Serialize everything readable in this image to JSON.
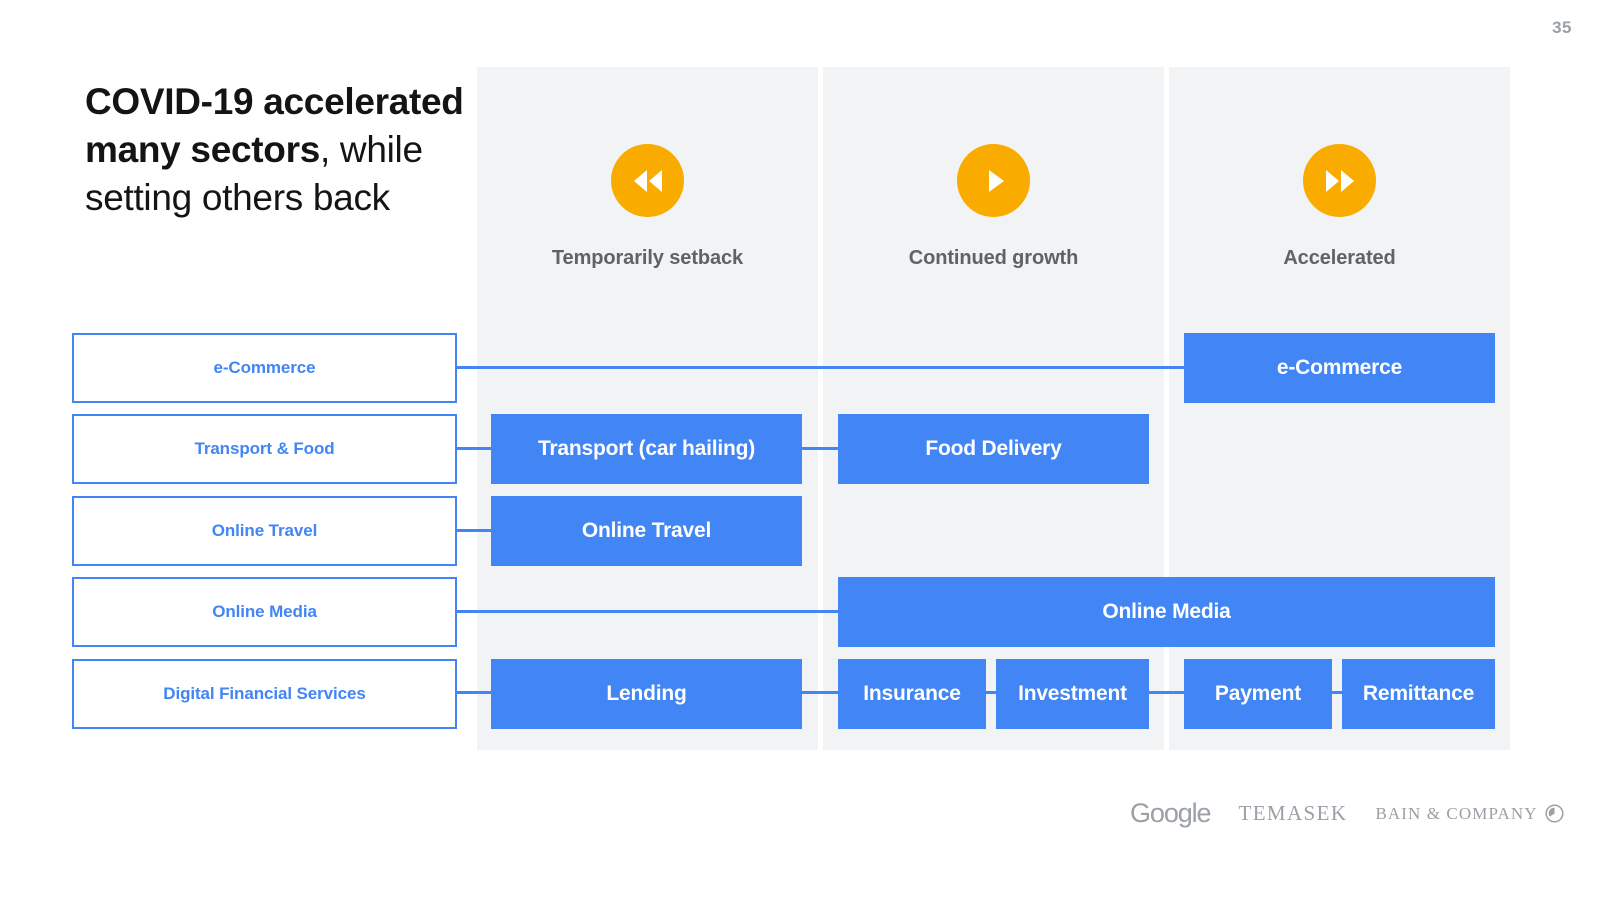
{
  "slide": {
    "page_number": "35",
    "title": {
      "bold_part": "COVID-19 accelerated many sectors",
      "light_part": ", while setting others back"
    },
    "colors": {
      "blue": "#4285f4",
      "orange": "#f9ab00",
      "panel_gray": "#f1f3f4",
      "label_gray": "#5f6368",
      "page_number_gray": "#9aa0a6"
    }
  },
  "columns": [
    {
      "id": "temporarily-setback",
      "label": "Temporarily setback",
      "icon": "rewind-icon"
    },
    {
      "id": "continued-growth",
      "label": "Continued growth",
      "icon": "play-icon"
    },
    {
      "id": "accelerated",
      "label": "Accelerated",
      "icon": "fast-forward-icon"
    }
  ],
  "sectors": [
    {
      "id": "e-commerce",
      "label": "e-Commerce"
    },
    {
      "id": "transport-food",
      "label": "Transport & Food"
    },
    {
      "id": "online-travel",
      "label": "Online Travel"
    },
    {
      "id": "online-media",
      "label": "Online Media"
    },
    {
      "id": "digital-financial-services",
      "label": "Digital Financial Services"
    }
  ],
  "items": [
    {
      "id": "item-e-commerce",
      "label": "e-Commerce",
      "sector": "e-Commerce",
      "column": "Accelerated"
    },
    {
      "id": "item-transport",
      "label": "Transport (car hailing)",
      "sector": "Transport & Food",
      "column": "Temporarily setback"
    },
    {
      "id": "item-food-delivery",
      "label": "Food Delivery",
      "sector": "Transport & Food",
      "column": "Continued growth"
    },
    {
      "id": "item-online-travel",
      "label": "Online Travel",
      "sector": "Online Travel",
      "column": "Temporarily setback"
    },
    {
      "id": "item-online-media",
      "label": "Online Media",
      "sector": "Online Media",
      "column": "Continued growth / Accelerated"
    },
    {
      "id": "item-lending",
      "label": "Lending",
      "sector": "Digital Financial Services",
      "column": "Temporarily setback"
    },
    {
      "id": "item-insurance",
      "label": "Insurance",
      "sector": "Digital Financial Services",
      "column": "Continued growth"
    },
    {
      "id": "item-investment",
      "label": "Investment",
      "sector": "Digital Financial Services",
      "column": "Continued growth"
    },
    {
      "id": "item-payment",
      "label": "Payment",
      "sector": "Digital Financial Services",
      "column": "Accelerated"
    },
    {
      "id": "item-remittance",
      "label": "Remittance",
      "sector": "Digital Financial Services",
      "column": "Accelerated"
    }
  ],
  "footer": {
    "google": "Google",
    "temasek": "TEMASEK",
    "bain": "BAIN & COMPANY"
  }
}
